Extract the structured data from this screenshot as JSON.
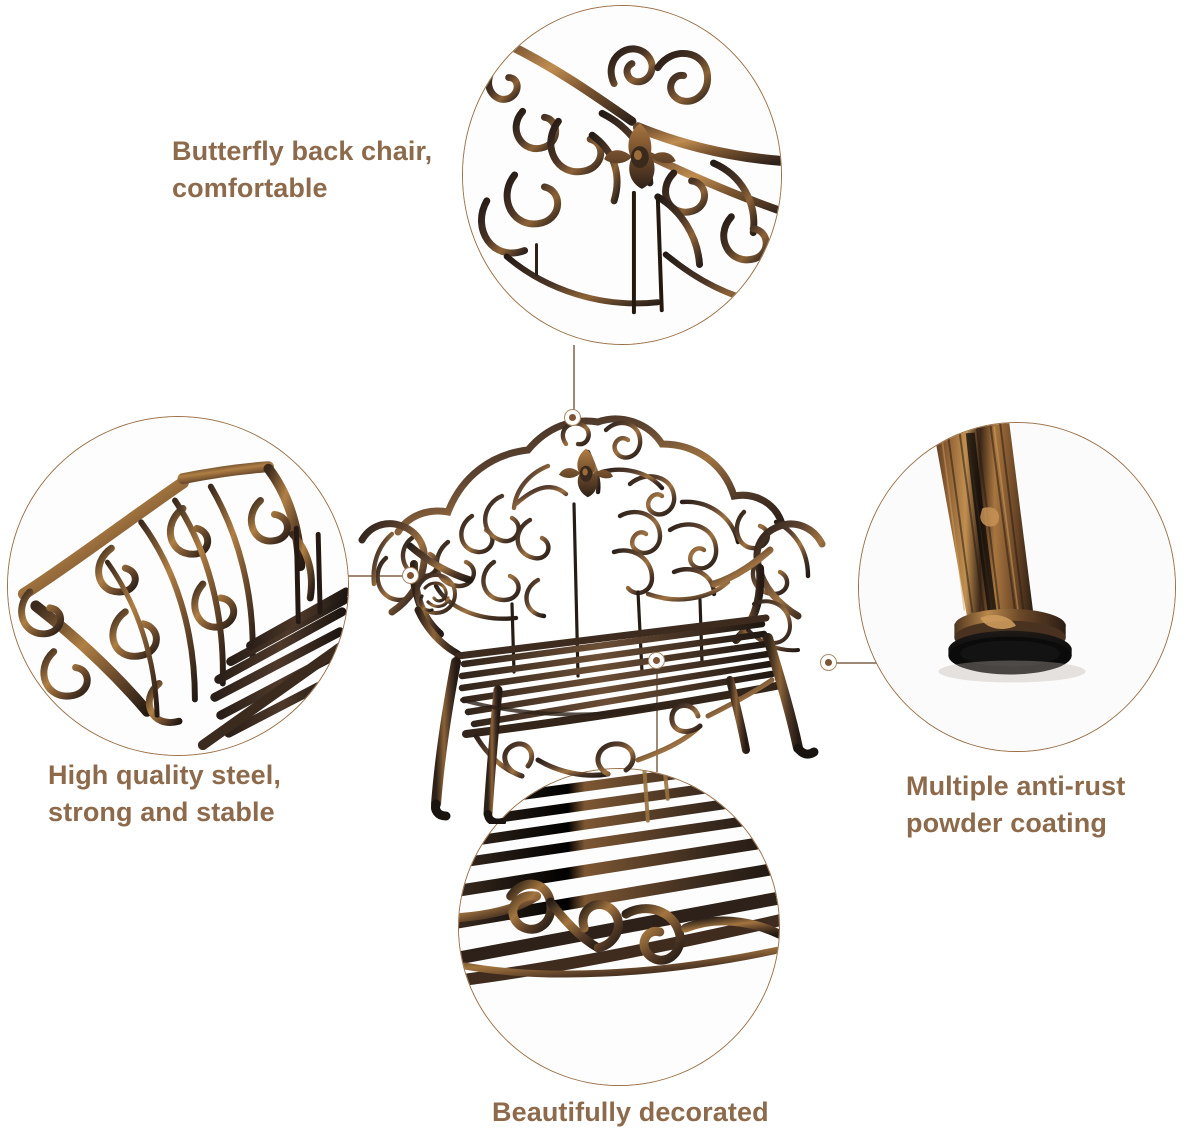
{
  "page": {
    "title": "Outdoor Metal Garden Bench Feature Infographic",
    "background_color": "#ffffff",
    "text_color": "#8d6a4b",
    "circle_border_color": "#9a6f45",
    "connector_color": "#9e8876",
    "dot_center_color": "#7d5535",
    "metal_colors": {
      "dark": "#2b211b",
      "mid": "#5e4330",
      "bronze": "#94663a",
      "highlight": "#c8914f",
      "black_foot": "#131313"
    }
  },
  "features": [
    {
      "id": "butterfly-back",
      "label": "Butterfly back chair,\ncomfortable",
      "detail": "scrollwork-backrest-closeup",
      "position": "top"
    },
    {
      "id": "high-quality-steel",
      "label": "High quality steel,\nstrong and stable",
      "detail": "armrest-and-seat-slats-closeup",
      "position": "left"
    },
    {
      "id": "anti-rust-coating",
      "label": "Multiple anti-rust\npowder coating",
      "detail": "leg-foot-powder-coating-closeup",
      "position": "right"
    },
    {
      "id": "beautifully-decorated",
      "label": "Beautifully decorated",
      "detail": "seat-underside-scroll-apron-closeup",
      "position": "bottom"
    }
  ],
  "product": {
    "name": "Ornate wrought iron garden bench",
    "alt": "Antique bronze metal garden bench with scrollwork backrest, slatted seat, curved armrests and flared legs"
  }
}
